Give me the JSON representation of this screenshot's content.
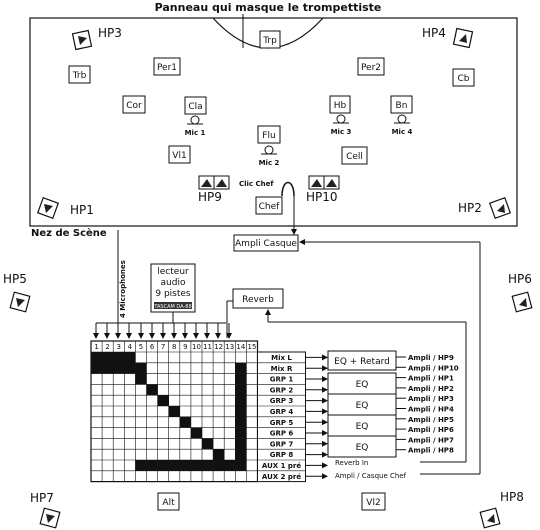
{
  "title": "Panneau qui masque le trompettiste",
  "stage_front_label": "Nez de Scène",
  "speakers": {
    "hp1": "HP1",
    "hp2": "HP2",
    "hp3": "HP3",
    "hp4": "HP4",
    "hp5": "HP5",
    "hp6": "HP6",
    "hp7": "HP7",
    "hp8": "HP8",
    "hp9": "HP9",
    "hp10": "HP10"
  },
  "instruments": {
    "trp": "Trp",
    "trb": "Trb",
    "per1": "Per1",
    "per2": "Per2",
    "cb": "Cb",
    "cor": "Cor",
    "cla": "Cla",
    "hb": "Hb",
    "bn": "Bn",
    "flu": "Flu",
    "vl1": "Vl1",
    "cell": "Cell",
    "chef": "Chef",
    "alt": "Alt",
    "vl2": "Vl2"
  },
  "mics": {
    "mic1": "Mic 1",
    "mic2": "Mic 2",
    "mic3": "Mic 3",
    "mic4": "Mic 4"
  },
  "clic_chef": "Clic Chef",
  "ampli_casque": "Ampli Casque",
  "reverb": "Reverb",
  "player": {
    "line1": "lecteur",
    "line2": "audio",
    "line3": "9 pistes",
    "brand": "TASCAM DA-88"
  },
  "four_mics": "4 Microphones",
  "matrix": {
    "columns": [
      "1",
      "2",
      "3",
      "4",
      "5",
      "6",
      "7",
      "8",
      "9",
      "10",
      "11",
      "12",
      "13",
      "14",
      "15"
    ],
    "rows": [
      "Mix L",
      "Mix R",
      "GRP 1",
      "GRP 2",
      "GRP 3",
      "GRP 4",
      "GRP 5",
      "GRP 6",
      "GRP 7",
      "GRP 8",
      "AUX 1 pré",
      "AUX 2 pré"
    ]
  },
  "processors": {
    "eq_retard": "EQ + Retard",
    "eq1": "EQ",
    "eq2": "EQ",
    "eq3": "EQ",
    "eq4": "EQ"
  },
  "amps": [
    "Ampli / HP9",
    "Ampli / HP10",
    "Ampli / HP1",
    "Ampli / HP2",
    "Ampli / HP3",
    "Ampli / HP4",
    "Ampli / HP5",
    "Ampli / HP6",
    "Ampli / HP7",
    "Ampli / HP8"
  ],
  "reverb_in": "Reverb In",
  "ampli_casque_chef": "Ampli / Casque Chef"
}
